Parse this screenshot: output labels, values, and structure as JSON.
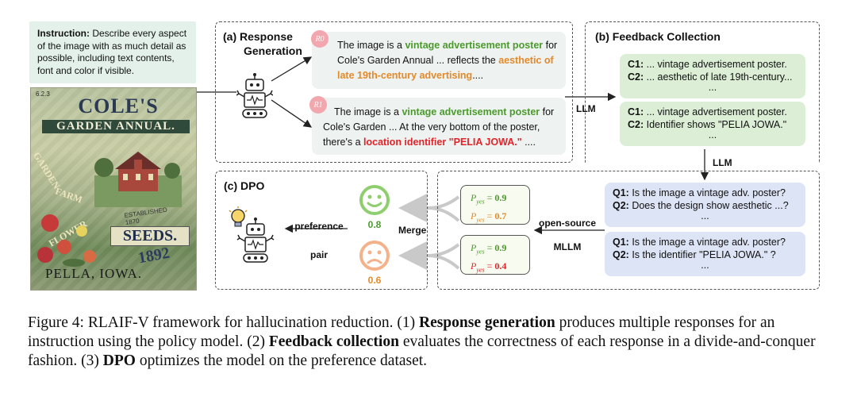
{
  "instruction": {
    "label": "Instruction:",
    "text": "Describe every aspect of the image with as much detail as possible, including text contents, font and color if visible."
  },
  "poster": {
    "line1": "COLE'S",
    "line2": "GARDEN ANNUAL.",
    "side1": "GARDEN",
    "side2": "FARM",
    "side3": "FLOWER",
    "seeds": "SEEDS.",
    "year": "1892",
    "established": "ESTABLISHED 1870",
    "place": "PELLA, IOWA.",
    "corner": "6.2.3"
  },
  "section_a": {
    "title_line1": "(a) Response",
    "title_line2": "Generation",
    "badge0": "R0",
    "badge1": "R1",
    "resp0": {
      "t1": "The image is a ",
      "h1": "vintage advertisement poster",
      "t2": " for Cole's Garden Annual ... reflects the ",
      "h2": "aesthetic of late 19th-century advertising",
      "t3": "...."
    },
    "resp1": {
      "t1": "The image is a ",
      "h1": "vintage advertisement poster",
      "t2": " for Cole's Garden ... At the very bottom of the poster, there's a ",
      "h2": "location identifier \"PELIA JOWA.\"",
      "t3": " ...."
    }
  },
  "section_b": {
    "title": "(b) Feedback Collection",
    "llm_left": "LLM",
    "llm_down": "LLM",
    "claims0": [
      {
        "k": "C1:",
        "v": " ... vintage advertisement poster."
      },
      {
        "k": "C2:",
        "v": " ... aesthetic of late 19th-century..."
      }
    ],
    "claims1": [
      {
        "k": "C1:",
        "v": " ... vintage advertisement poster."
      },
      {
        "k": "C2:",
        "v": " Identifier shows \"PELIA JOWA.\""
      }
    ],
    "questions0": [
      {
        "k": "Q1:",
        "v": " Is the image a vintage adv. poster?"
      },
      {
        "k": "Q2:",
        "v": " Does the design show aesthetic ...?"
      }
    ],
    "questions1": [
      {
        "k": "Q1:",
        "v": " Is the image a vintage adv. poster?"
      },
      {
        "k": "Q2:",
        "v": " Is the identifier \"PELIA JOWA.\" ?"
      }
    ],
    "ellipsis": "...",
    "mllm_line1": "open-source",
    "mllm_line2": "MLLM"
  },
  "section_c": {
    "title": "(c) DPO",
    "p_label": "P",
    "p_sub": "yes",
    "p_box0": [
      "0.9",
      "0.7"
    ],
    "p_box1": [
      "0.9",
      "0.4"
    ],
    "score_good": "0.8",
    "score_bad": "0.6",
    "merge": "Merge",
    "pref_line1": "preference",
    "pref_line2": "pair"
  },
  "colors": {
    "green": "#4c9a2e",
    "orange": "#e38a2a",
    "red": "#e0242a",
    "happy_face": "#8fce6e",
    "sad_face": "#f4b28a"
  },
  "caption": {
    "fig": "Figure 4: RLAIF-V framework for hallucination reduction. (1) ",
    "b1": "Response generation",
    "t1": " produces multiple responses for an instruction using the policy model. (2) ",
    "b2": "Feedback collection",
    "t2": " evaluates the correctness of each response in a divide-and-conquer fashion. (3) ",
    "b3": "DPO",
    "t3": " optimizes the model on the preference dataset."
  }
}
